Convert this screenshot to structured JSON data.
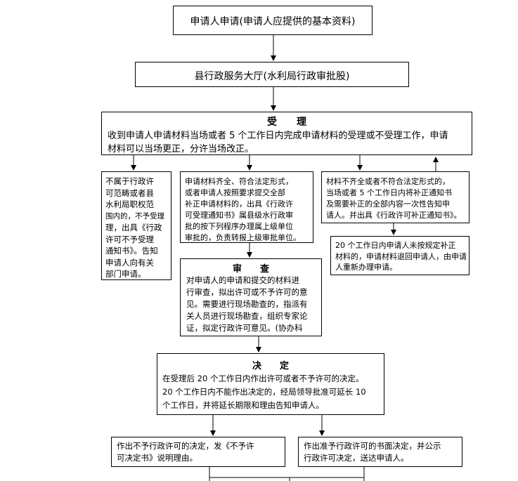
{
  "steps": {
    "apply": "申请人申请(申请人应提供的基本资料)",
    "hall": "县行政服务大厅(水利局行政审批股)",
    "accept_title": "受　　理",
    "accept_body_1": "收到申请人申请材料当场或者 5 个工作日内完成申请材料的受理或不受理工作，申请",
    "accept_body_2": "材料可以当场更正，分许当场改正。",
    "reject_lines": [
      "不属于行政许",
      "可范畴或者县",
      "水利局职权范",
      "围内的，不予受理",
      "理，出具《行政",
      "许可不予受理",
      "通知书》。告知",
      "申请人向有关",
      "部门申请。"
    ],
    "complete_lines": [
      "申请材料齐全、符合法定形式，",
      "或者申请人按照要求提交全部",
      "补正申请材料的，出具《行政许",
      "可受理通知书》属县级水行政审",
      "批的按下列程序办理属上级单位",
      "审批的，负责转报上级审批单位。"
    ],
    "incomplete_lines": [
      "材料不齐全或者不符合法定形式的，",
      "当场或者 5 个工作日内将补正通知书",
      "及需要补正的全部内容一次性告知申",
      "请人。并出具《行政许可补正通知书》。"
    ],
    "overdue_lines": [
      "20 个工作日内申请人未按规定补正",
      "材料的，申请材料退回申请人，由申请",
      "人重新办理申请。"
    ],
    "review_title": "审　　查",
    "review_lines": [
      "对申请人的申请和提交的材料进",
      "行审查，拟出许可或不予许可的意",
      "见。需要进行现场勘查的，指派有",
      "关人员进行现场勘查，组织专家论",
      "证，拟定行政许可意见。(协办科"
    ],
    "decide_title": "决　　定",
    "decide_lines": [
      "在受理后 20 个工作日内作出许可或者不予许可的决定。",
      "20 个工作日内不能作出决定的，经局领导批准可延长 10",
      "个工作日，并将延长期限和理由告知申请人。"
    ],
    "deny_lines": [
      "作出不予行政许可的决定，发《不予许",
      "可决定书》说明理由。"
    ],
    "grant_lines": [
      "作出准予行政许可的书面决定，并公示",
      "行政许可决定，送达申请人。"
    ]
  }
}
